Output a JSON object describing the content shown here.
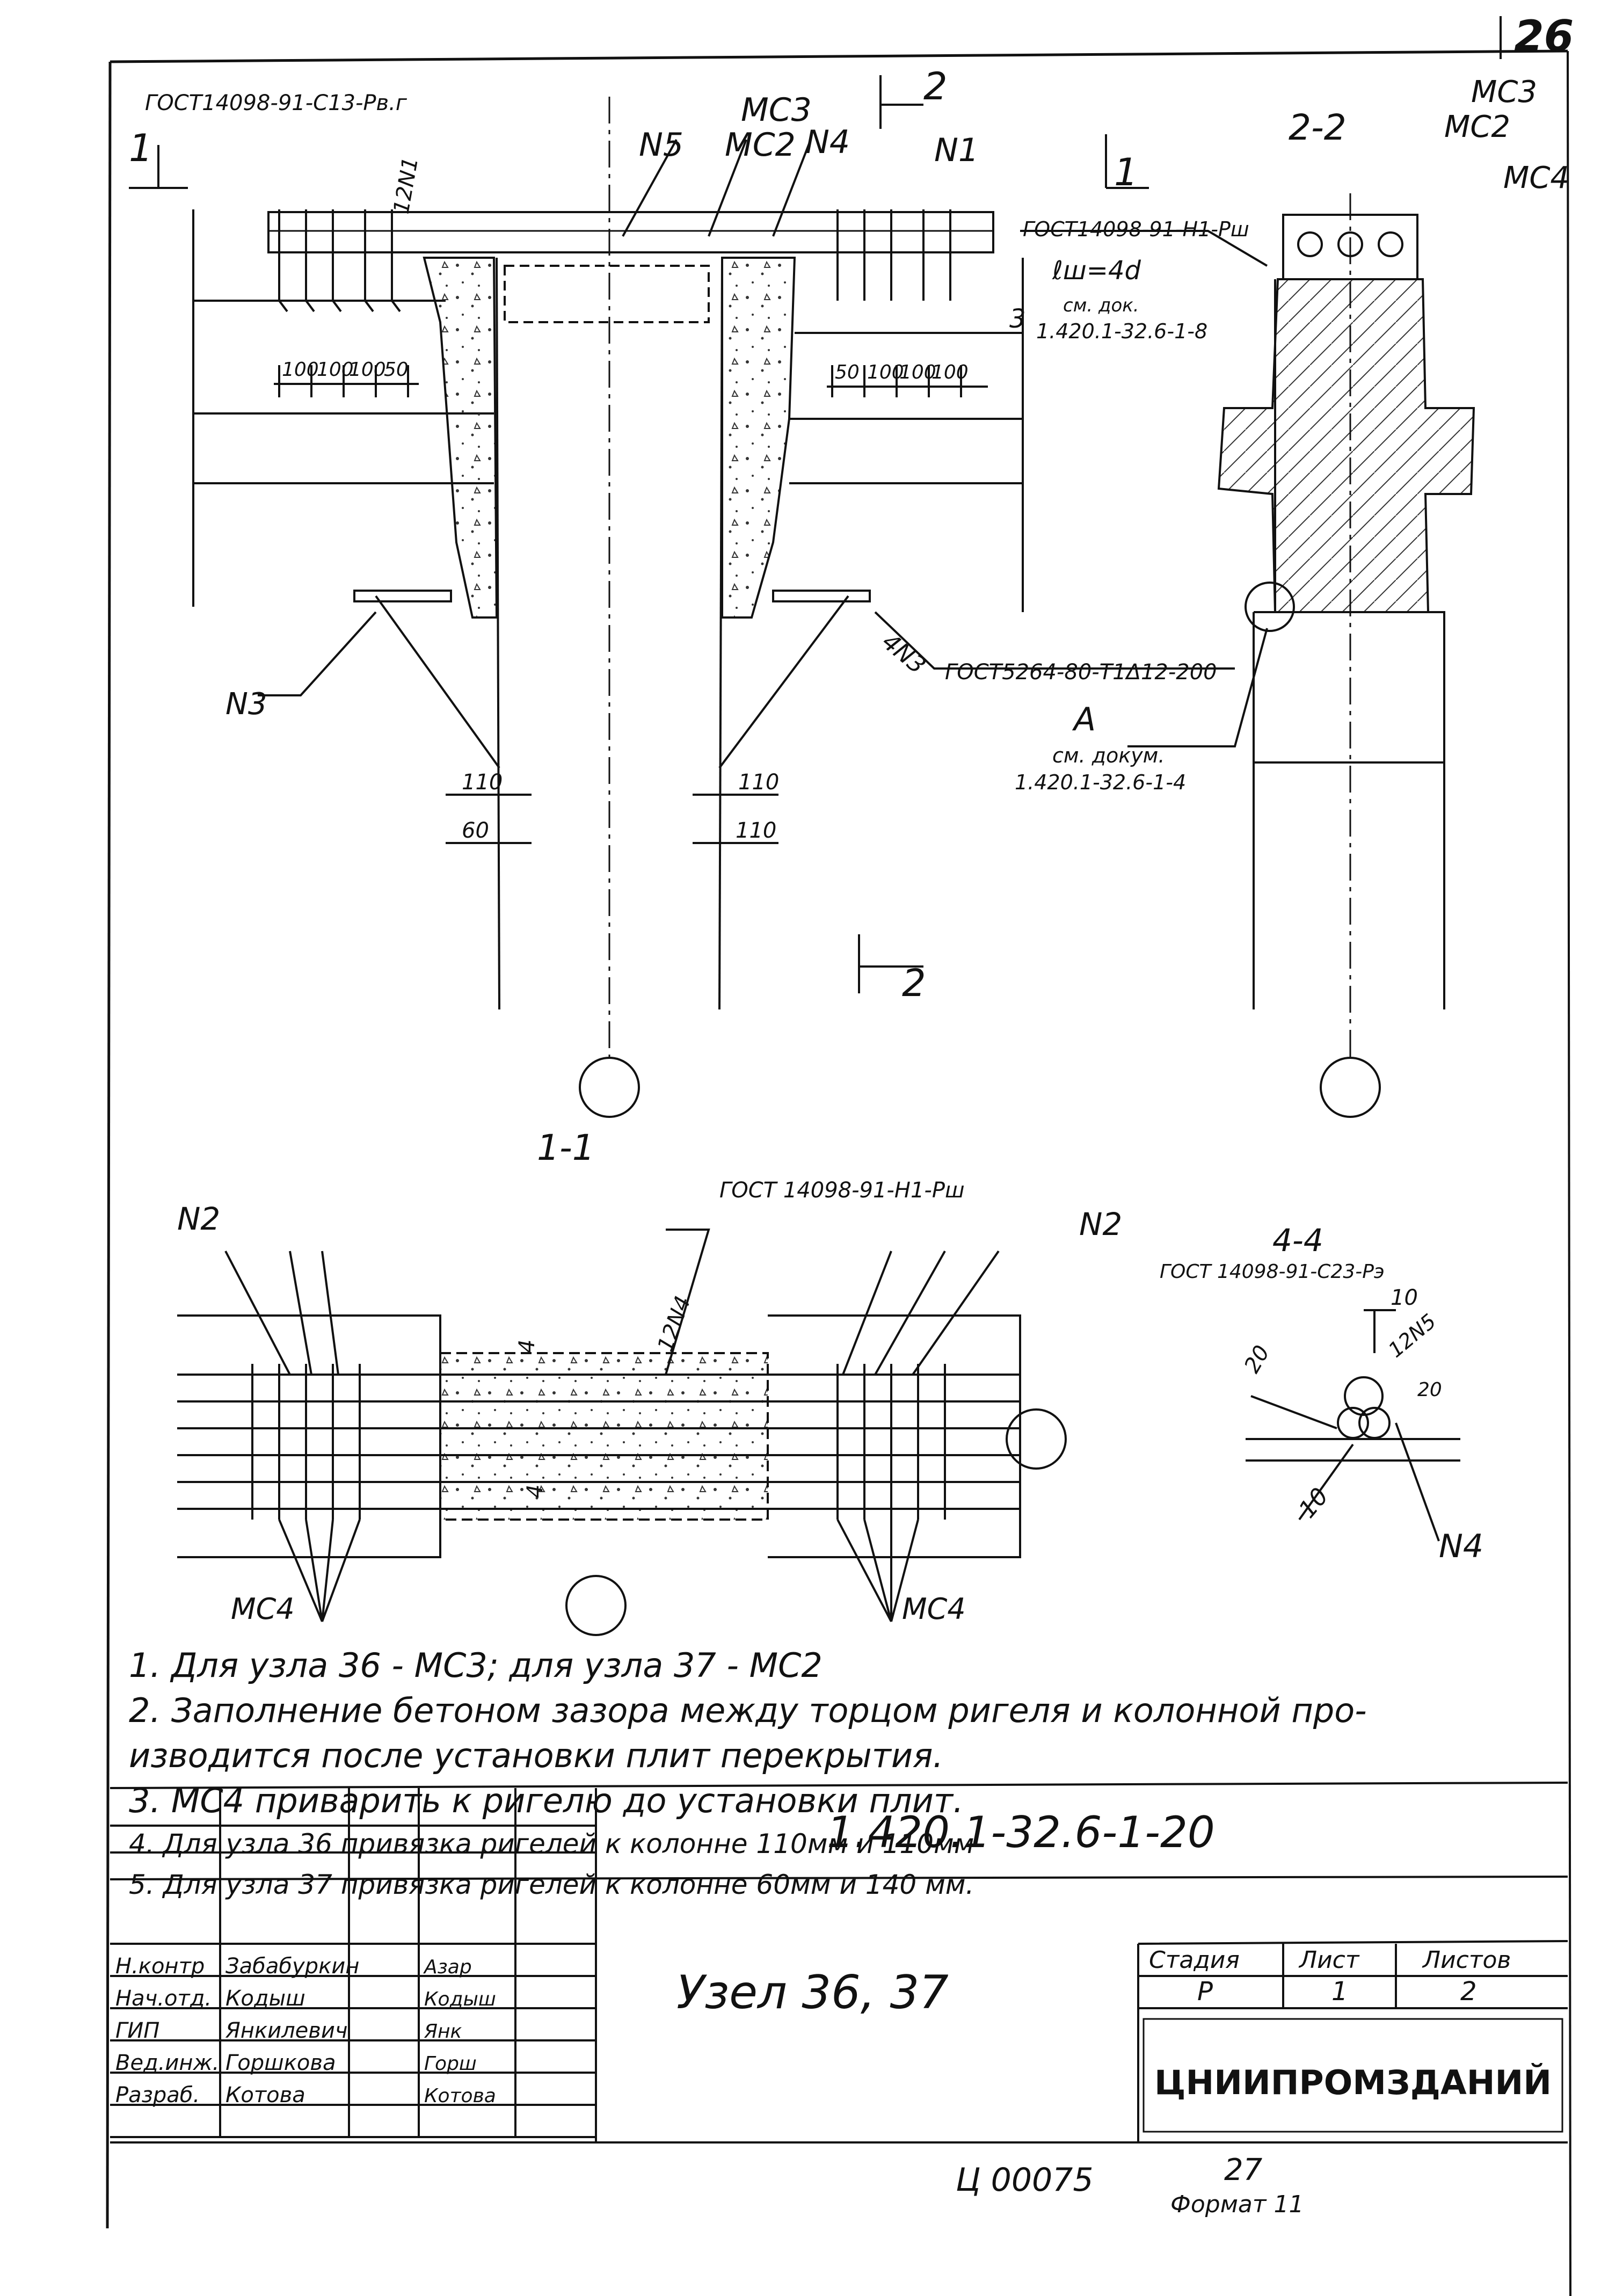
{
  "sheet_number": "26",
  "labels": {
    "gost_top_left": "ГОСТ14098-91-С13-Рв.г",
    "sec1_mark": "1",
    "sec2_mark": "2",
    "mc3": "МС3",
    "mc2": "МС2",
    "mc4": "МС4",
    "n1": "N1",
    "n4": "N4",
    "n5": "N5",
    "n3": "N3",
    "n2": "N2",
    "n12n1": "12N1",
    "n4n3": "4N3",
    "n12n4": "12N4",
    "n12n5": "12N5",
    "gost_weld": "ГОСТ14098-91-Н1-Рш",
    "weld_len": "ℓш=4d",
    "ref_doc_1": "см. док.",
    "ref_doc_2": "1.420.1-32.6-1-8",
    "gost_5264": "ГОСТ5264-80-Т1Δ12-200",
    "node_a": "А",
    "ref_a_1": "см. докум.",
    "ref_a_2": "1.420.1-32.6-1-4",
    "dim_100": "100",
    "dim_50": "50",
    "dim_110": "110",
    "dim_60": "60",
    "dim_3": "3",
    "dim_10": "10",
    "dim_20": "20",
    "cut_4": "4",
    "title_11": "1-1",
    "title_22": "2-2",
    "title_44": "4-4",
    "gost_11": "ГОСТ 14098-91-Н1-Рш",
    "gost_44": "ГОСТ 14098-91-С23-Рэ",
    "bottom_code": "Ц 00075",
    "bottom_num": "27",
    "bottom_format": "Формат 11"
  },
  "notes": [
    "1. Для узла 36 - МС3; для узла 37 - МС2",
    "2. Заполнение бетоном зазора между торцом ригеля и колонной про-",
    "    изводится после установки плит перекрытия.",
    "3. МС4 приварить к ригелю до установки плит.",
    "4. Для узла 36 привязка ригелей к колонне 110мм и 110мм",
    "5. Для узла 37 привязка ригелей к колонне 60мм и 140 мм."
  ],
  "title_block": {
    "doc_code": "1.420.1-32.6-1-20",
    "drawing_title": "Узел 36, 37",
    "stage_header": "Стадия",
    "sheet_header": "Лист",
    "sheets_header": "Листов",
    "stage": "Р",
    "sheet": "1",
    "sheets": "2",
    "org": "ЦНИИПРОМЗДАНИЙ",
    "roles": [
      {
        "role": "Н.контр",
        "name": "Забабуркин",
        "sign": "Азар"
      },
      {
        "role": "Нач.отд.",
        "name": "Кодыш",
        "sign": "Кодыш"
      },
      {
        "role": "ГИП",
        "name": "Янкилевич",
        "sign": "Янк"
      },
      {
        "role": "Вед.инж.",
        "name": "Горшкова",
        "sign": "Горш"
      },
      {
        "role": "Разраб.",
        "name": "Котова",
        "sign": "Котова"
      }
    ]
  }
}
